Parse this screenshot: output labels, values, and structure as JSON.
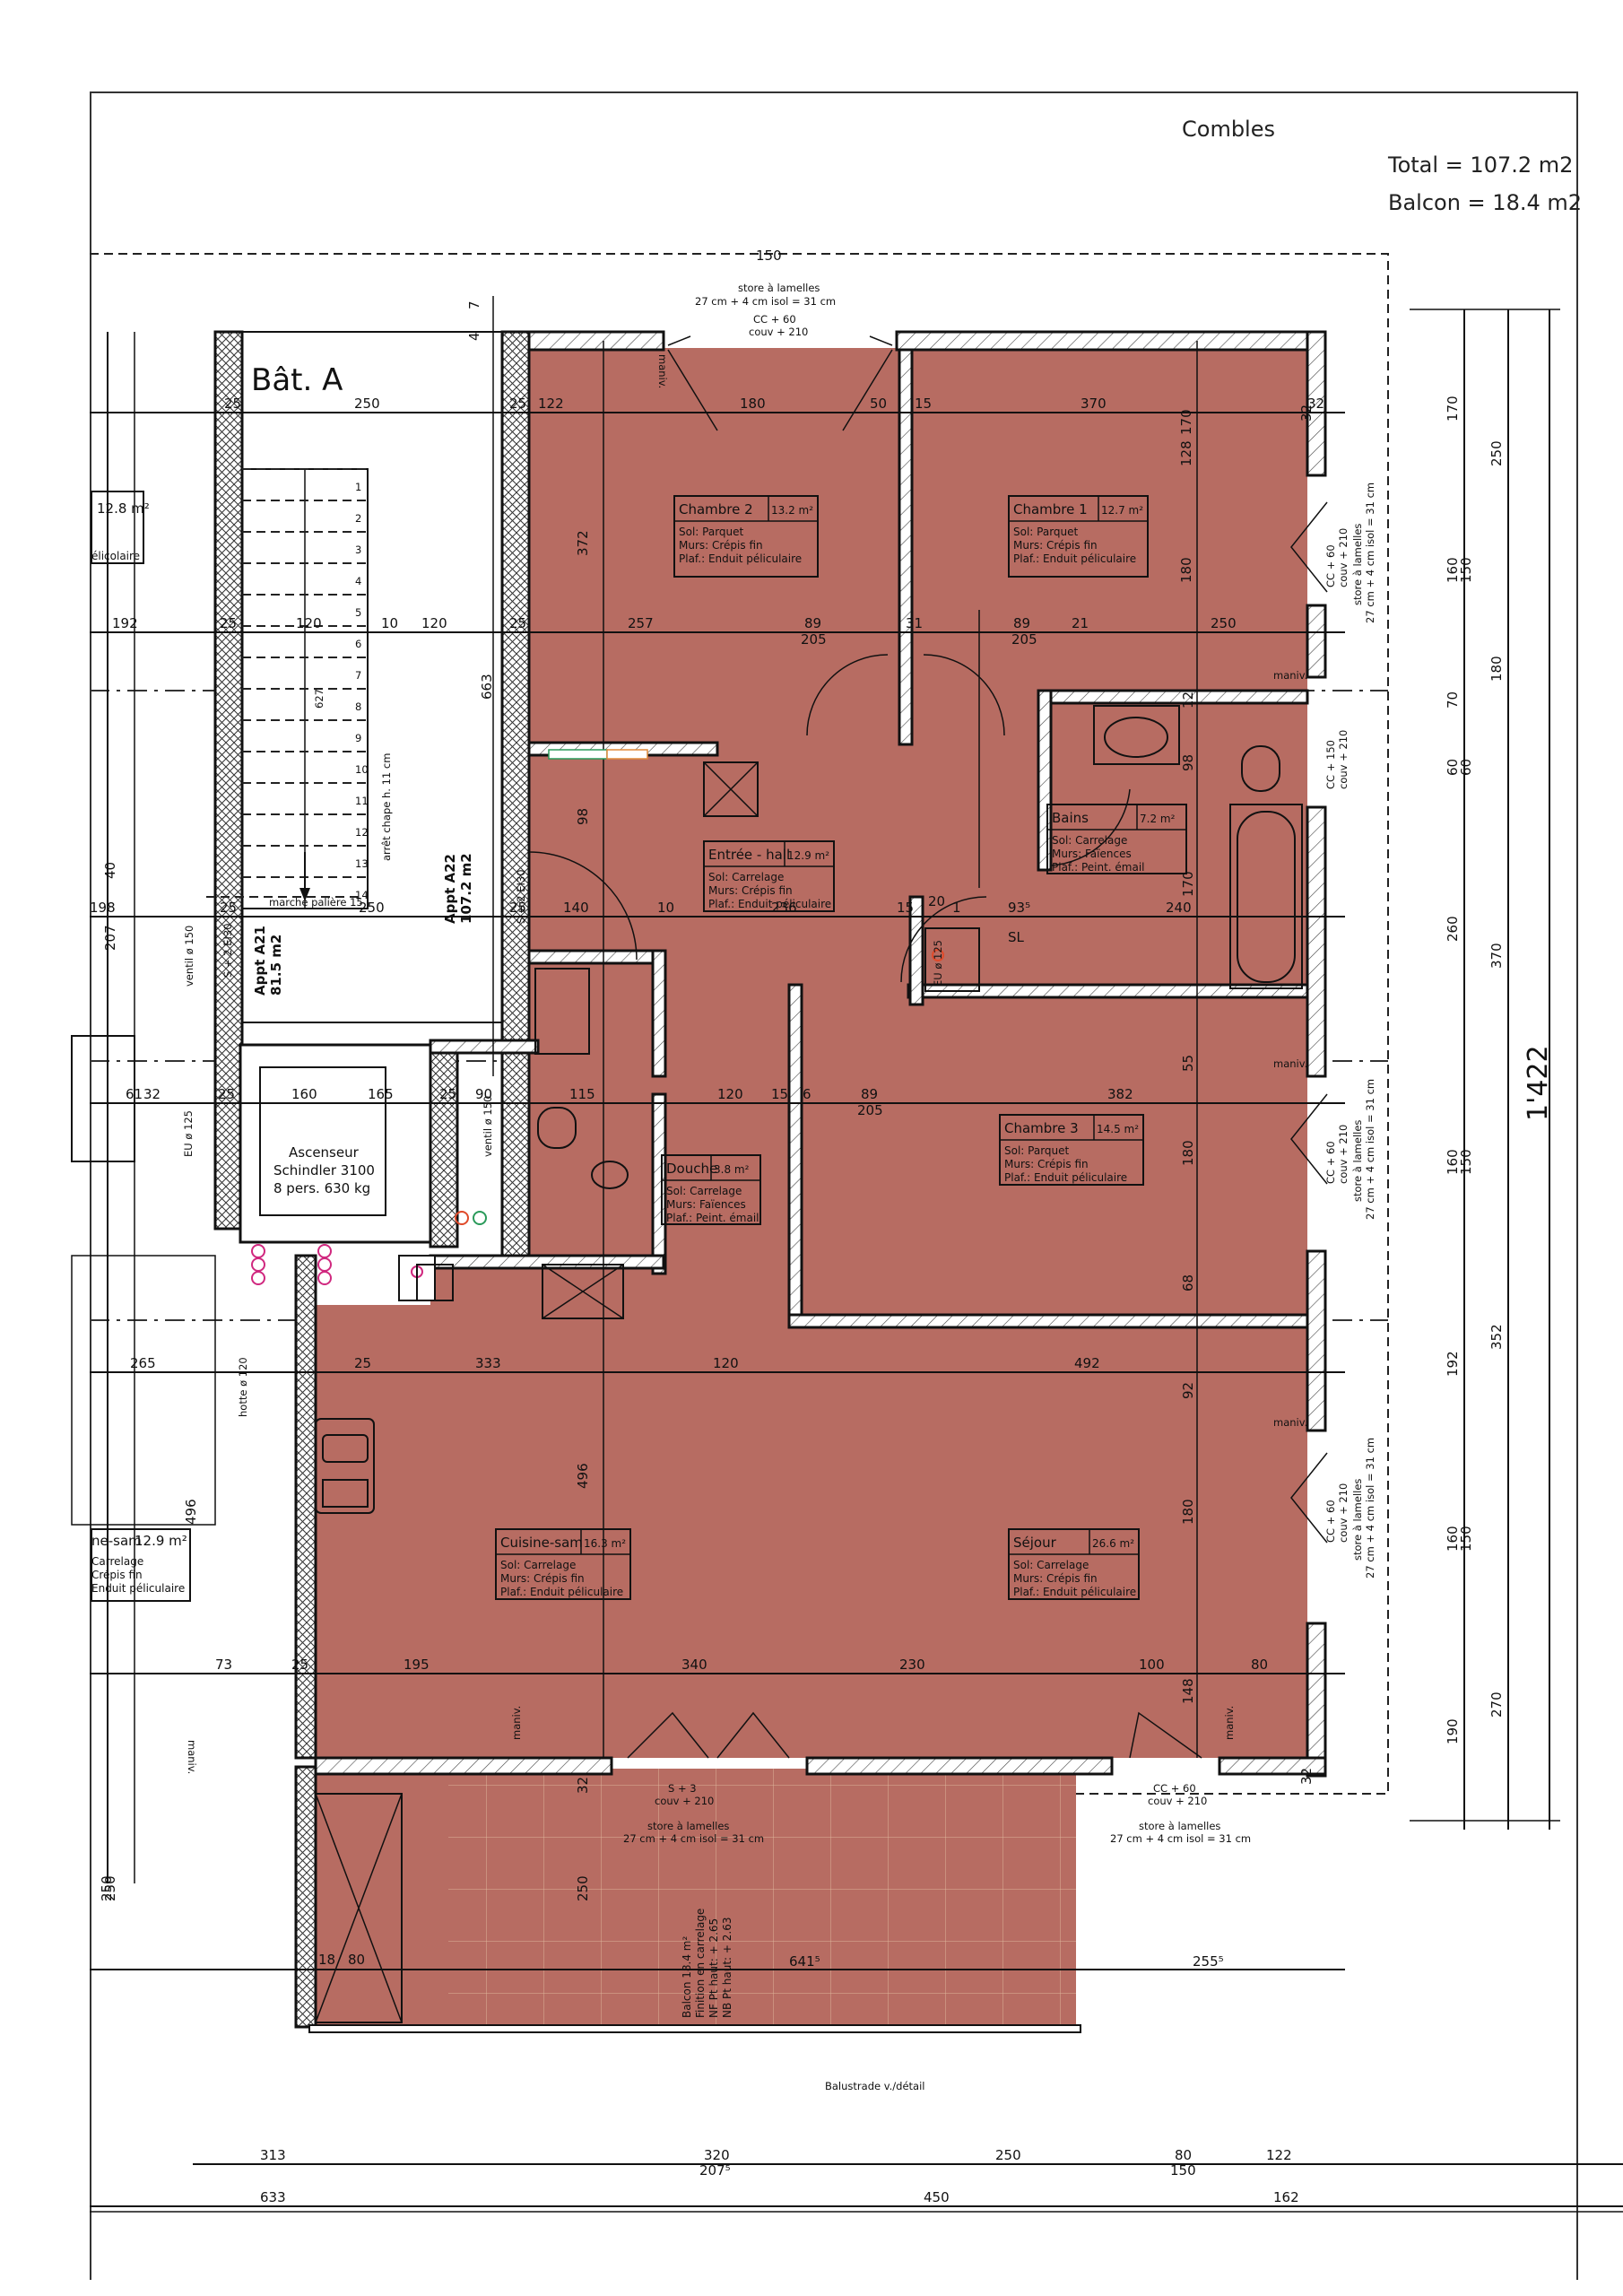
{
  "header": {
    "level": "Combles",
    "total": "Total = 107.2 m2",
    "balcon": "Balcon = 18.4 m2"
  },
  "building": {
    "label": "Bât. A"
  },
  "rooms": [
    {
      "id": "chambre2",
      "name": "Chambre 2",
      "area": "13.2 m²",
      "sol": "Sol:   Parquet",
      "murs": "Murs: Crépis fin",
      "plaf": "Plaf.: Enduit péliculaire"
    },
    {
      "id": "chambre1",
      "name": "Chambre 1",
      "area": "12.7 m²",
      "sol": "Sol:   Parquet",
      "murs": "Murs: Crépis fin",
      "plaf": "Plaf.: Enduit péliculaire"
    },
    {
      "id": "entree",
      "name": "Entrée - hall",
      "area": "12.9 m²",
      "sol": "Sol:   Carrelage",
      "murs": "Murs: Crépis fin",
      "plaf": "Plaf.: Enduit péliculaire"
    },
    {
      "id": "bains",
      "name": "Bains",
      "area": "7.2 m²",
      "sol": "Sol:   Carrelage",
      "murs": "Murs: Faïences",
      "plaf": "Plaf.: Peint. émail"
    },
    {
      "id": "chambre3",
      "name": "Chambre 3",
      "area": "14.5 m²",
      "sol": "Sol:   Parquet",
      "murs": "Murs: Crépis fin",
      "plaf": "Plaf.: Enduit péliculaire"
    },
    {
      "id": "douche",
      "name": "Douche",
      "area": "3.8 m²",
      "sol": "Sol:   Carrelage",
      "murs": "Murs: Faïences",
      "plaf": "Plaf.: Peint. émail"
    },
    {
      "id": "cuisine",
      "name": "Cuisine-sam",
      "area": "16.3 m²",
      "sol": "Sol:   Carrelage",
      "murs": "Murs: Crépis fin",
      "plaf": "Plaf.: Enduit péliculaire"
    },
    {
      "id": "sejour",
      "name": "Séjour",
      "area": "26.6 m²",
      "sol": "Sol:   Carrelage",
      "murs": "Murs: Crépis fin",
      "plaf": "Plaf.: Enduit péliculaire"
    }
  ],
  "neighbor": {
    "room_top_area": "12.8 m²",
    "room_top_line": "élicolaire",
    "room_bottom_name": "ne-sam",
    "room_bottom_area": "12.9 m²",
    "room_bottom_sol": "Carrelage",
    "room_bottom_murs": "Crépis fin",
    "room_bottom_plaf": "Enduit péliculaire"
  },
  "apartments": {
    "a21": {
      "name": "Appt A21",
      "area": "81.5 m2"
    },
    "a22": {
      "name": "Appt A22",
      "area": "107.2 m2"
    },
    "door_a21": "S + 2 EI30",
    "door_a22": "S + 2 EI30"
  },
  "stair": {
    "steps": [
      "1",
      "2",
      "3",
      "4",
      "5",
      "6",
      "7",
      "8",
      "9",
      "10",
      "11",
      "12",
      "13",
      "14"
    ],
    "landing": "marche palière 15",
    "note": "arrêt chape h. 11 cm",
    "run": "627"
  },
  "elevator": {
    "line1": "Ascenseur",
    "line2": "Schindler 3100",
    "line3": "8 pers. 630 kg"
  },
  "windows": {
    "north": {
      "type": "CC + 60",
      "couv": "couv + 210",
      "store": "store à lamelles",
      "store_dim": "27 cm + 4 cm isol = 31 cm",
      "width": "150"
    },
    "east1": {
      "type": "CC + 60",
      "couv": "couv + 210",
      "store": "store à lamelles",
      "store_dim": "27 cm + 4 cm isol = 31 cm"
    },
    "east_bath": {
      "type": "CC + 150",
      "couv": "couv + 210"
    },
    "east2": {
      "type": "CC + 60",
      "couv": "couv + 210",
      "store": "store à lamelles",
      "store_dim": "27 cm + 4 cm isol = 31 cm"
    },
    "east3": {
      "type": "CC + 60",
      "couv": "couv + 210",
      "store": "store à lamelles",
      "store_dim": "27 cm + 4 cm isol = 31 cm"
    },
    "south_door": {
      "type": "S + 3",
      "couv": "couv + 210",
      "store": "store à lamelles",
      "store_dim": "27 cm + 4 cm isol = 31 cm"
    },
    "south_win": {
      "type": "CC + 60",
      "couv": "couv + 210",
      "store": "store à lamelles",
      "store_dim": "27 cm + 4 cm isol = 31 cm"
    },
    "maniv": "maniv."
  },
  "balcony": {
    "line1": "Balcon 18.4 m²",
    "line2": "Finition en carrelage",
    "line3": "NF Pt haut: + 2.65",
    "line4": "NB Pt haut: + 2.63",
    "balustrade": "Balustrade v./détail",
    "width": "641⁵",
    "right": "255⁵",
    "depth": "250",
    "d18": "18",
    "d80": "80"
  },
  "misc": {
    "sl": "SL",
    "eu125": "EU ø 125",
    "ventil150": "ventil ø 150",
    "hotte120": "hotte ø 120"
  },
  "dims": {
    "top_row": [
      "25",
      "250",
      "25",
      "122",
      "180",
      "50",
      "15",
      "370",
      "32"
    ],
    "row_257": [
      "192",
      "25",
      "120",
      "10",
      "120",
      "25",
      "257",
      "89",
      "205",
      "31",
      "89",
      "205",
      "21",
      "250"
    ],
    "row_236": [
      "198",
      "25",
      "250",
      "25",
      "140",
      "10",
      "236",
      "15",
      "20",
      "1",
      "93⁵",
      "240"
    ],
    "row_382": [
      "61",
      "32",
      "25",
      "160",
      "165",
      "25",
      "90",
      "115",
      "120",
      "15",
      "6",
      "89",
      "205",
      "382"
    ],
    "row_333": [
      "265",
      "25",
      "333",
      "120",
      "492"
    ],
    "row_340": [
      "73",
      "25",
      "195",
      "340",
      "230",
      "100",
      "80"
    ],
    "vert_left": [
      "372",
      "663",
      "496",
      "98",
      "40",
      "207",
      "496",
      "250"
    ],
    "vert_misc": [
      "170",
      "128",
      "180",
      "12",
      "98",
      "170",
      "55",
      "180",
      "68",
      "92",
      "180",
      "148",
      "32",
      "32",
      "32",
      "4",
      "7"
    ],
    "right_col1": [
      "170",
      "160",
      "70",
      "60",
      "260",
      "160",
      "192",
      "160",
      "190"
    ],
    "right_col2": [
      "250",
      "150",
      "180",
      "60",
      "370",
      "150",
      "352",
      "150",
      "270"
    ],
    "right_total": "1'422",
    "bottom_row1": [
      "313",
      "320",
      "250",
      "80",
      "122"
    ],
    "bottom_sub": [
      "207⁵",
      "150"
    ],
    "bottom_row2": [
      "633",
      "450",
      "162"
    ]
  }
}
